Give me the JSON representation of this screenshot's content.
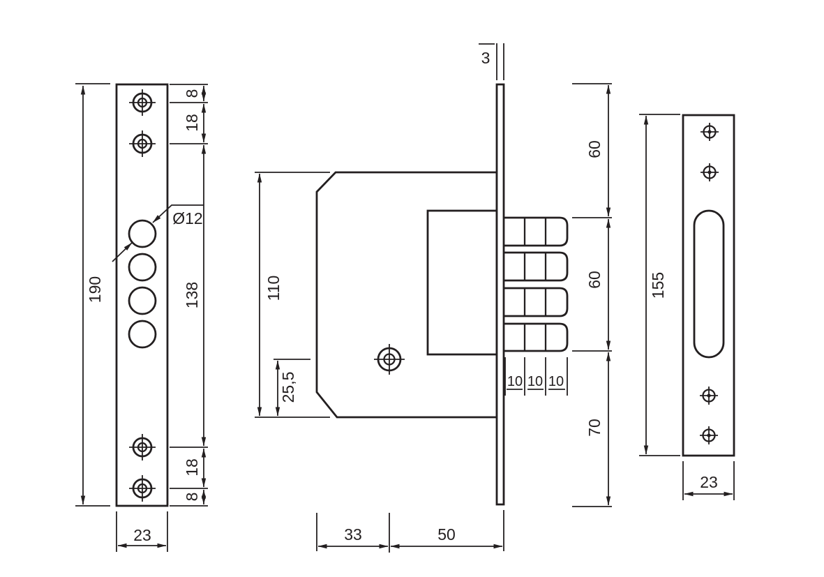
{
  "meta": {
    "line_color": "#231f20",
    "background_color": "#ffffff",
    "drawing_type": "mortise deadbolt lock dimensional drawing"
  },
  "front_plate": {
    "total_height": "190",
    "width": "23",
    "margin_top": "8",
    "hole_gap_top": "18",
    "center_section": "138",
    "hole_gap_bottom": "18",
    "margin_bottom": "8",
    "hole_diameter": "Ø12"
  },
  "lock_body": {
    "plate_thickness": "3",
    "body_height": "110",
    "key_axis_from_bottom": "25,5",
    "plate_top_to_bolts": "60",
    "bolt_zone_height": "60",
    "bolts_to_plate_bottom": "70",
    "bolt_step_1": "10",
    "bolt_step_2": "10",
    "bolt_step_3": "10",
    "body_depth": "33",
    "backset": "50"
  },
  "strike_plate": {
    "total_height": "155",
    "width": "23"
  }
}
